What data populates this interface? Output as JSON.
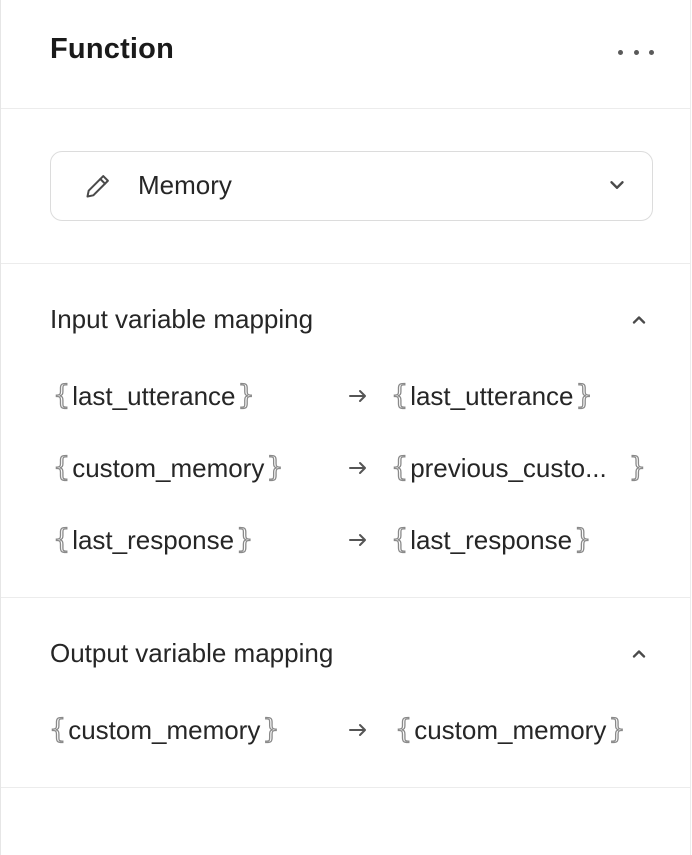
{
  "header": {
    "title": "Function",
    "more_icon": "more-horizontal-icon"
  },
  "function_select": {
    "icon": "pencil-icon",
    "value": "Memory",
    "dropdown_icon": "chevron-down-icon"
  },
  "input_mapping": {
    "title": "Input variable mapping",
    "toggle_icon": "chevron-up-icon",
    "rows": [
      {
        "source": "last_utterance",
        "target": "last_utterance"
      },
      {
        "source": "custom_memory",
        "target": "previous_custo..."
      },
      {
        "source": "last_response",
        "target": "last_response"
      }
    ]
  },
  "output_mapping": {
    "title": "Output variable mapping",
    "toggle_icon": "chevron-up-icon",
    "rows": [
      {
        "source": "custom_memory",
        "target": "custom_memory"
      }
    ]
  },
  "braces": {
    "open": "{",
    "close": "}"
  },
  "colors": {
    "text": "#262626",
    "border": "#dcdcdc",
    "divider": "#ececec",
    "icon": "#5a5a5a"
  }
}
